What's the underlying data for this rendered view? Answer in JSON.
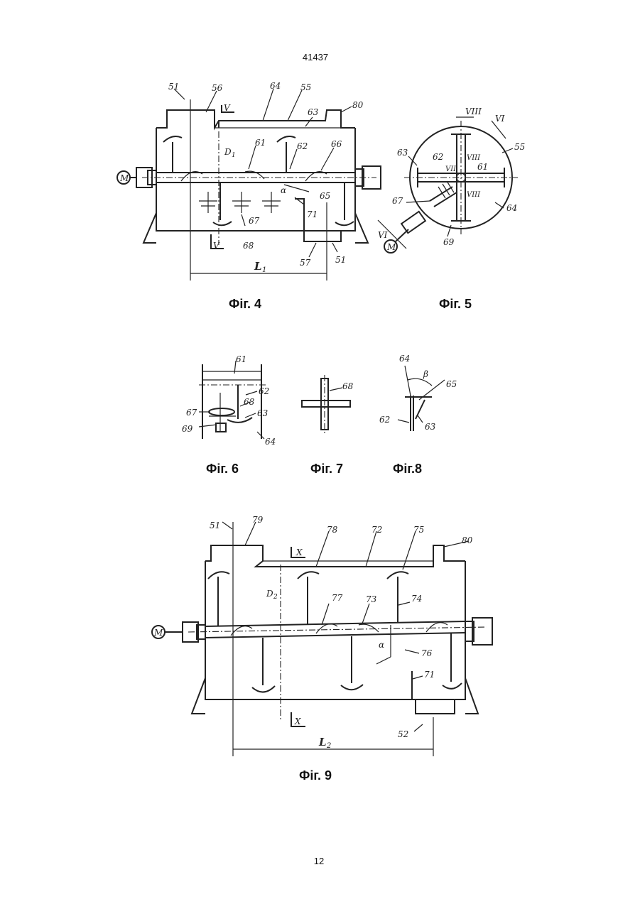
{
  "header": {
    "doc_number": "41437"
  },
  "footer": {
    "page_number": "12"
  },
  "figures": {
    "fig4": {
      "caption": "Фіг. 4",
      "labels": {
        "l51a": "51",
        "l56": "56",
        "l64": "64",
        "l55": "55",
        "l63": "63",
        "l80": "80",
        "lV1": "V",
        "lD1": "D",
        "lD1s": "1",
        "l61": "61",
        "l62": "62",
        "l66": "66",
        "lalpha": "α",
        "l65": "65",
        "l67": "67",
        "l71": "71",
        "lV2": "V",
        "l68": "68",
        "l57": "57",
        "l51b": "51",
        "lL": "L",
        "lLs": "1",
        "lM": "M"
      }
    },
    "fig5": {
      "caption": "Фіг. 5",
      "labels": {
        "lVIII1": "VIII",
        "lVI1": "VI",
        "l55": "55",
        "l63": "63",
        "l62": "62",
        "lVII": "VII",
        "lVIII2": "VIII",
        "l61": "61",
        "lVIII3": "VIII",
        "l67": "67",
        "l64": "64",
        "lVI2": "VI",
        "l69": "69",
        "lM": "M"
      }
    },
    "fig6": {
      "caption": "Фіг. 6",
      "labels": {
        "l61": "61",
        "l62": "62",
        "l68": "68",
        "l67": "67",
        "l63": "63",
        "l69": "69",
        "l64": "64"
      }
    },
    "fig7": {
      "caption": "Фіг. 7",
      "labels": {
        "l68": "68"
      }
    },
    "fig8": {
      "caption": "Фіг.8",
      "labels": {
        "l64": "64",
        "lbeta": "β",
        "l65": "65",
        "l62": "62",
        "l63": "63"
      }
    },
    "fig9": {
      "caption": "Фіг. 9",
      "labels": {
        "l51": "51",
        "l79": "79",
        "l78": "78",
        "l72": "72",
        "l75": "75",
        "l80": "80",
        "lX1": "X",
        "lD2": "D",
        "lD2s": "2",
        "l74": "74",
        "l77": "77",
        "l73": "73",
        "lalpha": "α",
        "l76": "76",
        "l71": "71",
        "lX2": "X",
        "l52": "52",
        "lL": "L",
        "lLs": "2",
        "lM": "M"
      }
    }
  }
}
